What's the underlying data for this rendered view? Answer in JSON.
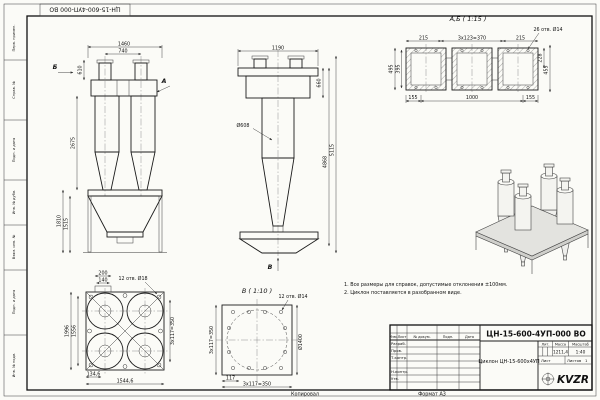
{
  "sheet": {
    "stamp_doc_number": "ЦН-15-600-4УП-000 ВО",
    "margin_labels": [
      "Перв. примен.",
      "Справ. №",
      "Подп. и дата",
      "Инв. № дубл.",
      "Взам. инв. №",
      "Подп. и дата",
      "Инв. № подл."
    ],
    "copy_label": "Копировал",
    "format_label": "Формат А3"
  },
  "front_view": {
    "dim_width_total": "1460",
    "dim_width_inner": "740",
    "dim_stub_height": "610",
    "dim_body_height": "2675",
    "dim_hopper_outer": "1810",
    "dim_hopper_inner": "1515",
    "arrow_a": "А",
    "arrow_b": "Б"
  },
  "side_view": {
    "dim_top_width": "1190",
    "dim_top_height": "660",
    "dim_diameter": "Ø608",
    "dim_total_height": "5115",
    "dim_inner_height": "4868",
    "arrow_v": "В"
  },
  "section_view": {
    "title": "А,Б ( 1:15 )",
    "dim_top_left": "215",
    "dim_top_mid": "3x123=370",
    "dim_top_right": "215",
    "holes_label": "26 отв. Ø14",
    "dim_left_outer": "495",
    "dim_left_inner": "395",
    "dim_right_inner": "228",
    "dim_right_outer": "455",
    "dim_bottom_left": "155",
    "dim_bottom_mid": "1000",
    "dim_bottom_right": "155"
  },
  "plan_view": {
    "dim_stub_width": "200",
    "dim_stub_inner": "140",
    "holes_label": "12 отв. Ø18",
    "dim_left_outer": "1996",
    "dim_left_inner": "1556",
    "dim_bottom_small": "134,6",
    "dim_bottom_total": "1544,6",
    "dim_right": "3x117=350"
  },
  "flange_view": {
    "title": "В ( 1:10 )",
    "holes_label": "12 отв. Ø14",
    "dim_bottom_small": "117",
    "dim_bottom_total": "3x117=350",
    "dim_left": "3x117=350",
    "dim_right": "Ø1400"
  },
  "notes": {
    "line1": "1. Все размеры для справок, допустимые отклонения ±100мм.",
    "line2": "2. Циклон поставляется в разобранном виде."
  },
  "title_block": {
    "doc_number": "ЦН-15-600-4УП-000 ВО",
    "part_name": "Циклон ЦН-15-600х4УП",
    "header_cols": [
      "Изм.",
      "Лист",
      "№ докум.",
      "Подп.",
      "Дата"
    ],
    "rows": [
      "Разраб.",
      "Пров.",
      "Т.контр.",
      "Н.контр.",
      "Утв."
    ],
    "lit_label": "Лит.",
    "mass_label": "Масса",
    "scale_label": "Масштаб",
    "mass_value": "1211,4",
    "scale_value": "1:40",
    "sheet_label": "Лист",
    "sheets_label": "Листов",
    "sheets_value": "1",
    "logo": "KVZR"
  }
}
